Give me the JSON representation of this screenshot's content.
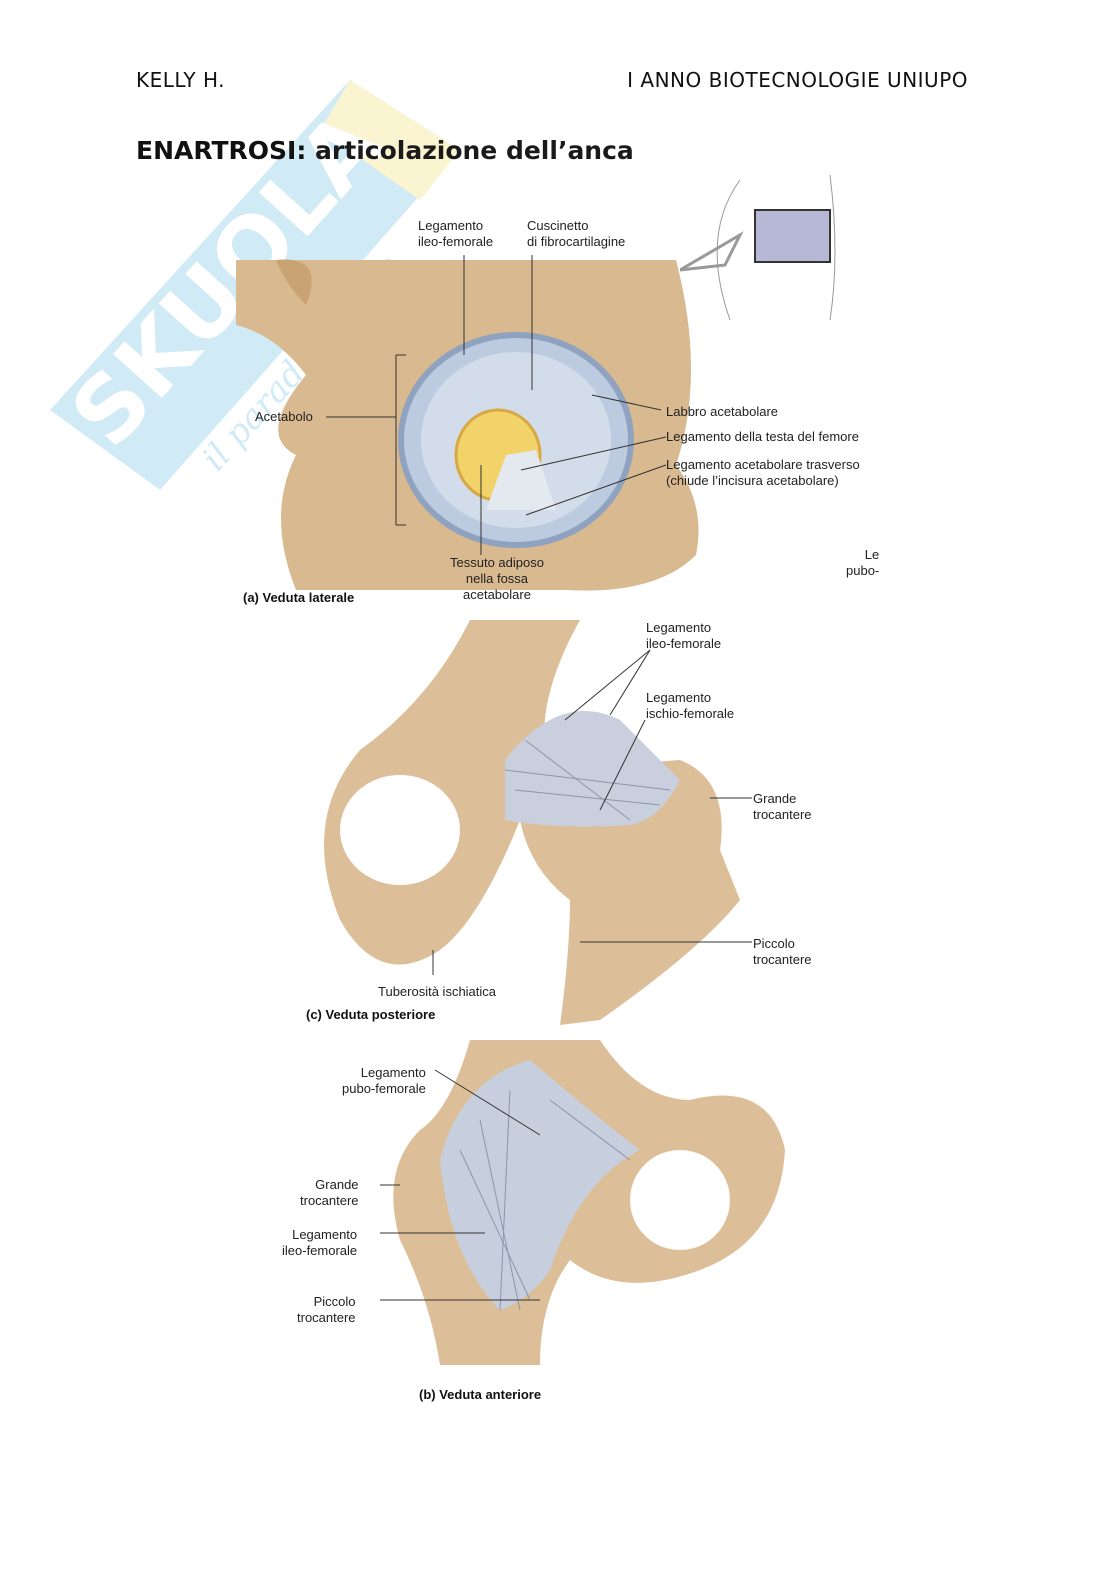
{
  "header": {
    "author": "KELLY H.",
    "course": "I ANNO BIOTECNOLOGIE UNIUPO"
  },
  "title": {
    "term": "ENARTROSI:",
    "rest": " articolazione dell’anca"
  },
  "watermark": {
    "brand": "SKUOLA.net",
    "tagline": "il paradiso dello studente"
  },
  "figure_a": {
    "caption": "(a) Veduta laterale",
    "labels": {
      "ileo_femorale": "Legamento\nileo-femorale",
      "cuscinetto": "Cuscinetto\ndi fibrocartilagine",
      "acetabolo": "Acetabolo",
      "labbro": "Labbro acetabolare",
      "testa_femore": "Legamento della testa del femore",
      "trasverso": "Legamento acetabolare trasverso\n(chiude l’incisura acetabolare)",
      "tessuto": "Tessuto adiposo\nnella fossa\nacetabolare",
      "cut": "Le\npubo-"
    }
  },
  "figure_c": {
    "caption": "(c) Veduta posteriore",
    "labels": {
      "ileo_femorale": "Legamento\nileo-femorale",
      "ischio_femorale": "Legamento\nischio-femorale",
      "grande": "Grande\ntrocantere",
      "piccolo": "Piccolo\ntrocantere",
      "tuberosita": "Tuberosità ischiatica"
    }
  },
  "figure_b": {
    "caption": "(b) Veduta anteriore",
    "labels": {
      "pubo_femorale": "Legamento\npubo-femorale",
      "grande": "Grande\ntrocantere",
      "ileo_femorale": "Legamento\nileo-femorale",
      "piccolo": "Piccolo\ntrocantere"
    }
  }
}
